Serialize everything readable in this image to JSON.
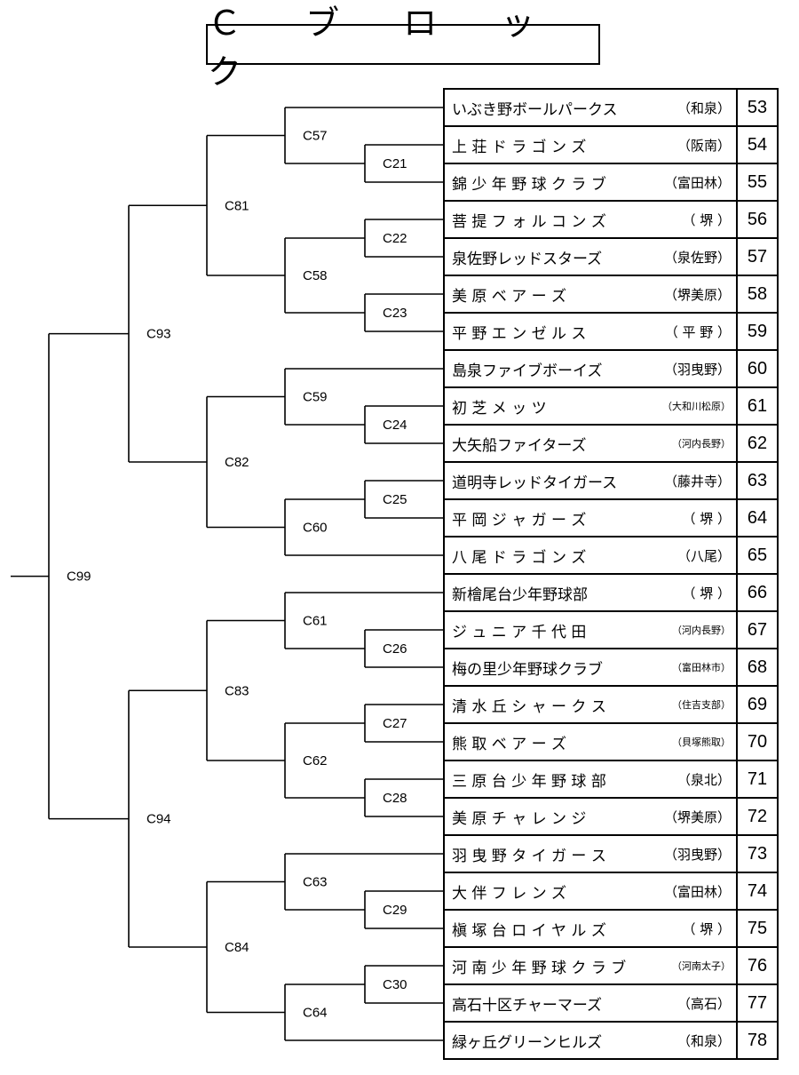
{
  "title": "Ｃ ブ ロ ッ ク",
  "teams": [
    {
      "name": "いぶき野ボールパークス",
      "area": "（和泉）",
      "num": "53"
    },
    {
      "name": "上 荘 ド ラ ゴ ン ズ",
      "area": "（阪南）",
      "num": "54"
    },
    {
      "name": "錦 少 年 野 球 ク ラ ブ",
      "area": "（富田林）",
      "num": "55"
    },
    {
      "name": "菩 提 フ ォ ル コ ン ズ",
      "area": "（ 堺 ）",
      "num": "56"
    },
    {
      "name": "泉佐野レッドスターズ",
      "area": "（泉佐野）",
      "num": "57"
    },
    {
      "name": "美 原 ベ ア ー ズ",
      "area": "（堺美原）",
      "num": "58"
    },
    {
      "name": "平 野 エ ン ゼ ル ス",
      "area": "（ 平 野 ）",
      "num": "59"
    },
    {
      "name": "島泉ファイブボーイズ",
      "area": "（羽曳野）",
      "num": "60"
    },
    {
      "name": "初 芝 メ ッ ツ",
      "area": "（大和川松原）",
      "num": "61",
      "small": true
    },
    {
      "name": "大矢船ファイターズ",
      "area": "（河内長野）",
      "num": "62",
      "small": true
    },
    {
      "name": "道明寺レッドタイガース",
      "area": "（藤井寺）",
      "num": "63"
    },
    {
      "name": "平 岡 ジ ャ ガ ー ズ",
      "area": "（ 堺 ）",
      "num": "64"
    },
    {
      "name": "八 尾 ド ラ ゴ ン ズ",
      "area": "（八尾）",
      "num": "65"
    },
    {
      "name": "新檜尾台少年野球部",
      "area": "（ 堺 ）",
      "num": "66"
    },
    {
      "name": "ジ ュ ニ ア 千 代 田",
      "area": "（河内長野）",
      "num": "67",
      "small": true
    },
    {
      "name": "梅の里少年野球クラブ",
      "area": "（富田林市）",
      "num": "68",
      "small": true
    },
    {
      "name": "清 水 丘 シ ャ ー ク ス",
      "area": "（住吉支部）",
      "num": "69",
      "small": true
    },
    {
      "name": "熊 取 ベ ア ー ズ",
      "area": "（貝塚熊取）",
      "num": "70",
      "small": true
    },
    {
      "name": "三 原 台 少 年 野 球 部",
      "area": "（泉北）",
      "num": "71"
    },
    {
      "name": "美 原 チ ャ レ ン ジ",
      "area": "（堺美原）",
      "num": "72"
    },
    {
      "name": "羽 曳 野 タ イ ガ ー ス",
      "area": "（羽曳野）",
      "num": "73"
    },
    {
      "name": "大 伴 フ レ ン ズ",
      "area": "（富田林）",
      "num": "74"
    },
    {
      "name": "槇 塚 台 ロ イ ヤ ル ズ",
      "area": "（ 堺 ）",
      "num": "75"
    },
    {
      "name": "河 南 少 年 野 球 ク ラ ブ",
      "area": "（河南太子）",
      "num": "76",
      "small": true
    },
    {
      "name": "高石十区チャーマーズ",
      "area": "（高石）",
      "num": "77"
    },
    {
      "name": "緑ヶ丘グリーンヒルズ",
      "area": "（和泉）",
      "num": "78"
    }
  ],
  "matches": [
    {
      "id": "C21",
      "a": 1,
      "b": 2
    },
    {
      "id": "C22",
      "a": 3,
      "b": 4
    },
    {
      "id": "C23",
      "a": 5,
      "b": 6
    },
    {
      "id": "C24",
      "a": 8,
      "b": 9
    },
    {
      "id": "C25",
      "a": 10,
      "b": 11
    },
    {
      "id": "C26",
      "a": 14,
      "b": 15
    },
    {
      "id": "C27",
      "a": 16,
      "b": 17
    },
    {
      "id": "C28",
      "a": 18,
      "b": 19
    },
    {
      "id": "C29",
      "a": 21,
      "b": 22
    },
    {
      "id": "C30",
      "a": 23,
      "b": 24
    },
    {
      "id": "C57",
      "a": 0,
      "b": "C21"
    },
    {
      "id": "C58",
      "a": "C22",
      "b": "C23"
    },
    {
      "id": "C59",
      "a": 7,
      "b": "C24"
    },
    {
      "id": "C60",
      "a": "C25",
      "b": 12
    },
    {
      "id": "C61",
      "a": 13,
      "b": "C26"
    },
    {
      "id": "C62",
      "a": "C27",
      "b": "C28"
    },
    {
      "id": "C63",
      "a": 20,
      "b": "C29"
    },
    {
      "id": "C64",
      "a": "C30",
      "b": 25
    },
    {
      "id": "C81",
      "a": "C57",
      "b": "C58"
    },
    {
      "id": "C82",
      "a": "C59",
      "b": "C60"
    },
    {
      "id": "C83",
      "a": "C61",
      "b": "C62"
    },
    {
      "id": "C84",
      "a": "C63",
      "b": "C64"
    },
    {
      "id": "C93",
      "a": "C81",
      "b": "C82"
    },
    {
      "id": "C94",
      "a": "C83",
      "b": "C84"
    },
    {
      "id": "C99",
      "a": "C93",
      "b": "C94"
    }
  ]
}
